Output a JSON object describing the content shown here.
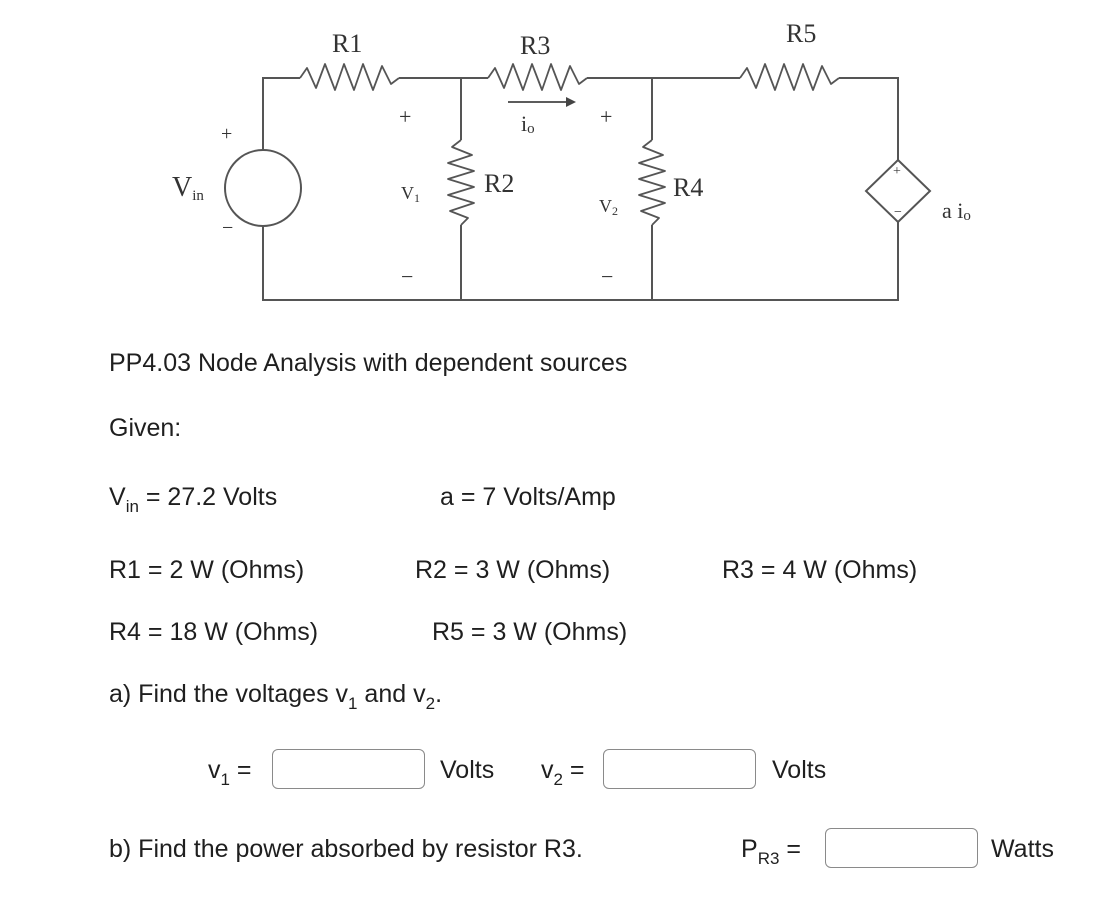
{
  "circuit": {
    "r1": "R1",
    "r2": "R2",
    "r3": "R3",
    "r4": "R4",
    "r5": "R5",
    "vin_main": "V",
    "vin_sub": "in",
    "v1_main": "V",
    "v1_sub": "1",
    "v2_main": "V",
    "v2_sub": "2",
    "io_main": "i",
    "io_sub": "o",
    "aio_a": "a i",
    "aio_sub": "o",
    "plus": "+",
    "minus": "−"
  },
  "problem": {
    "title": "PP4.03  Node Analysis with dependent sources",
    "given": "Given:",
    "vin_main": "V",
    "vin_sub": "in",
    "vin_value": " = 27.2 Volts",
    "a_value": "a = 7 Volts/Amp",
    "r1": "R1  = 2 W (Ohms)",
    "r2": "R2 = 3 W (Ohms)",
    "r3": "R3 = 4 W (Ohms)",
    "r4": "R4  = 18 W (Ohms)",
    "r5": "R5  = 3 W (Ohms)",
    "qa_pre": "a)  Find the voltages v",
    "qa_sub1": "1",
    "qa_mid": " and v",
    "qa_sub2": "2",
    "qa_post": ".",
    "v1_label_main": "v",
    "v1_label_sub": "1",
    "v1_eq": " =",
    "v1_unit": "Volts",
    "v2_label_main": "v",
    "v2_label_sub": "2",
    "v2_eq": " =",
    "v2_unit": "Volts",
    "qb": "b)  Find the power absorbed by resistor R3.",
    "p_label_main": "P",
    "p_label_sub": "R3",
    "p_eq": " =",
    "p_unit": "Watts"
  },
  "answers": {
    "v1": "",
    "v2": "",
    "p_r3": ""
  }
}
